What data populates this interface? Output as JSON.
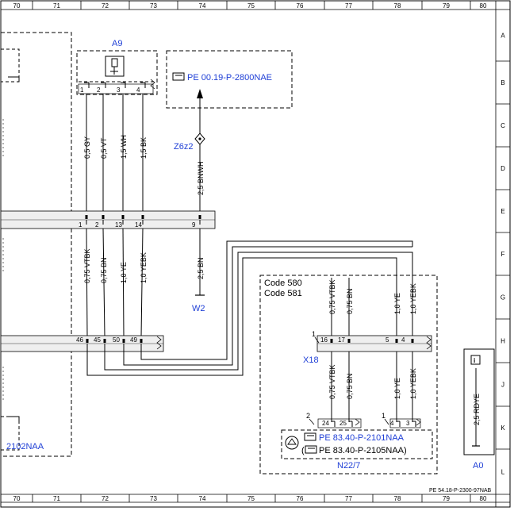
{
  "grid": {
    "columns": [
      "70",
      "71",
      "72",
      "73",
      "74",
      "75",
      "76",
      "77",
      "78",
      "79",
      "80"
    ],
    "rows": [
      "A",
      "B",
      "C",
      "D",
      "E",
      "F",
      "G",
      "H",
      "J",
      "K",
      "L"
    ]
  },
  "components": {
    "a9": "A9",
    "z6z2": "Z6z2",
    "w2": "W2",
    "x18": "X18",
    "n22_7": "N22/7",
    "a0": "A0"
  },
  "references": {
    "pe_a9": "PE 00.19-P-2800NAE",
    "pe_n22_1": "PE 83.40-P-2101NAA",
    "pe_n22_2": "(",
    "pe_n22_2b": "PE 83.40-P-2105NAA)",
    "pe_left": "2102NAA"
  },
  "codes": {
    "c1": "Code 580",
    "c2": "Code 581"
  },
  "pins": {
    "a9": [
      "1",
      "2",
      "3",
      "4"
    ],
    "mid": [
      "1",
      "2",
      "13",
      "14",
      "9"
    ],
    "low": [
      "46",
      "45",
      "50",
      "49"
    ],
    "x18_lead": "1",
    "x18": [
      "16",
      "17",
      "5",
      "4"
    ],
    "n22_lead_a": "2",
    "n22_a": [
      "24",
      "25"
    ],
    "n22_lead_b": "1",
    "n22_b": [
      "4",
      "3"
    ]
  },
  "wires": {
    "a9": [
      "0,5 GY",
      "0,5 VT",
      "1,5 WH",
      "1,5 BK"
    ],
    "z6z2": "2,5 BNWH",
    "mid": [
      "0,75 VTBK",
      "0,75 BN",
      "1,0 YE",
      "1,0 YEBK"
    ],
    "w2": "2,5 BN",
    "code_top": [
      "0,75 VTBK",
      "0,75 BN",
      "1,0 YE",
      "1,0 YEBK"
    ],
    "code_bottom": [
      "0,75 VTBK",
      "0,75 BN",
      "1,0 YE",
      "1,0 YEBK"
    ],
    "a0": "2,5 RDYE"
  },
  "footer_ref": "PE 54.18-P-2300-97NAB",
  "colors": {
    "label_blue": "#1f3fd6",
    "line": "#000000",
    "connector_fill": "#efefef"
  }
}
